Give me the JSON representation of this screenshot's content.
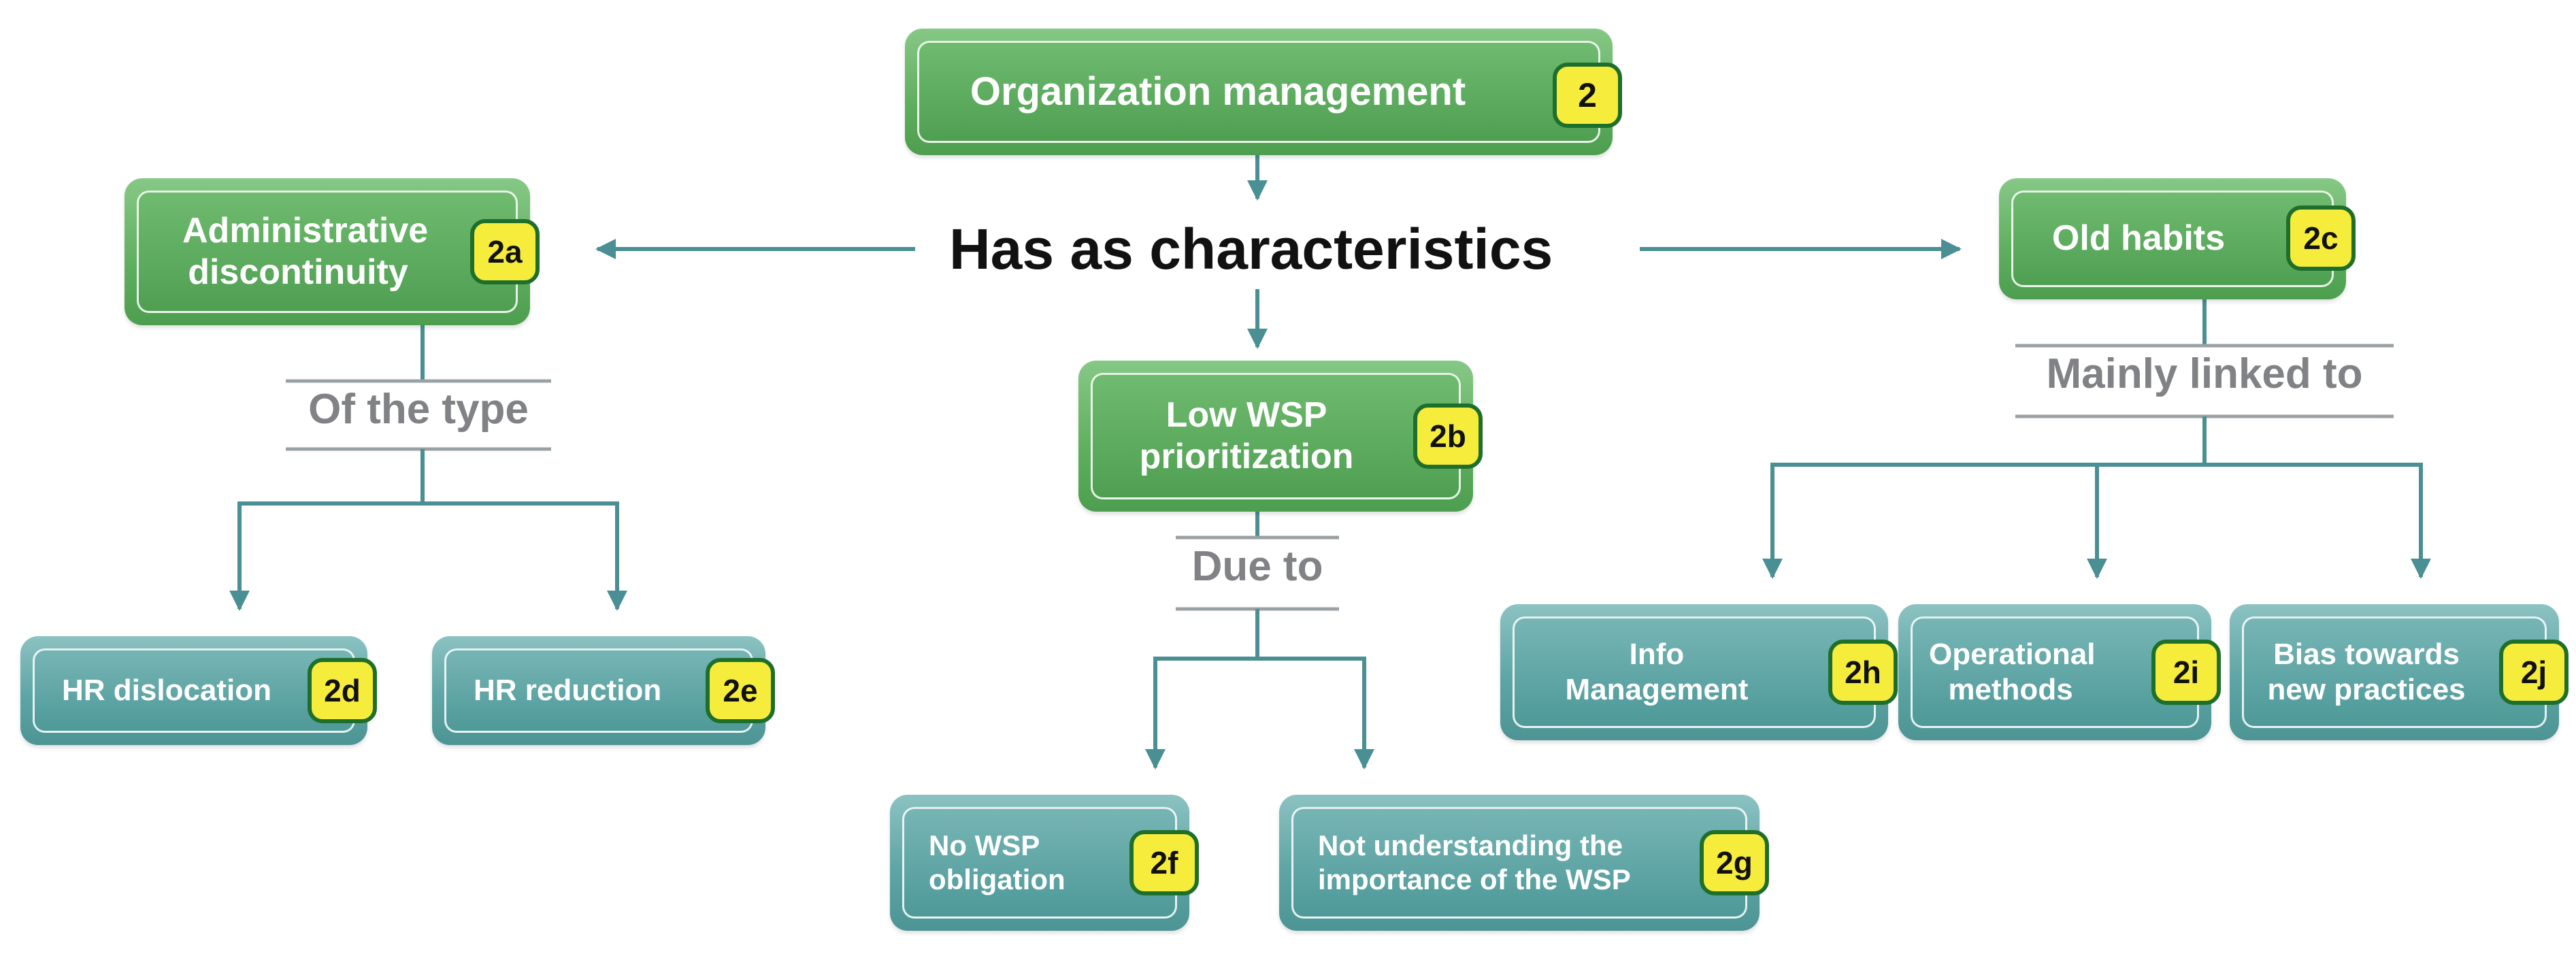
{
  "root": {
    "label": "Organization management",
    "badge": "2"
  },
  "hub": "Has as characteristics",
  "characteristics": [
    {
      "label": "Administrative discontinuity",
      "badge": "2a",
      "connector": "Of the type",
      "children": [
        {
          "label": "HR dislocation",
          "badge": "2d"
        },
        {
          "label": "HR reduction",
          "badge": "2e"
        }
      ]
    },
    {
      "label": "Low WSP prioritization",
      "badge": "2b",
      "connector": "Due to",
      "children": [
        {
          "label": "No WSP obligation",
          "badge": "2f"
        },
        {
          "label": "Not understanding the importance of the WSP",
          "badge": "2g"
        }
      ]
    },
    {
      "label": "Old habits",
      "badge": "2c",
      "connector": "Mainly linked to",
      "children": [
        {
          "label": "Info Management",
          "badge": "2h"
        },
        {
          "label": "Operational methods",
          "badge": "2i"
        },
        {
          "label": "Bias towards new practices",
          "badge": "2j"
        }
      ]
    }
  ],
  "colors": {
    "green_box": "#5fae5f",
    "teal_box": "#5ea5a5",
    "badge_fill": "#f6ec3c",
    "badge_border": "#1e6f2b",
    "arrow": "#4a8f94",
    "connector_text": "#808285",
    "hub_text": "#111111"
  }
}
